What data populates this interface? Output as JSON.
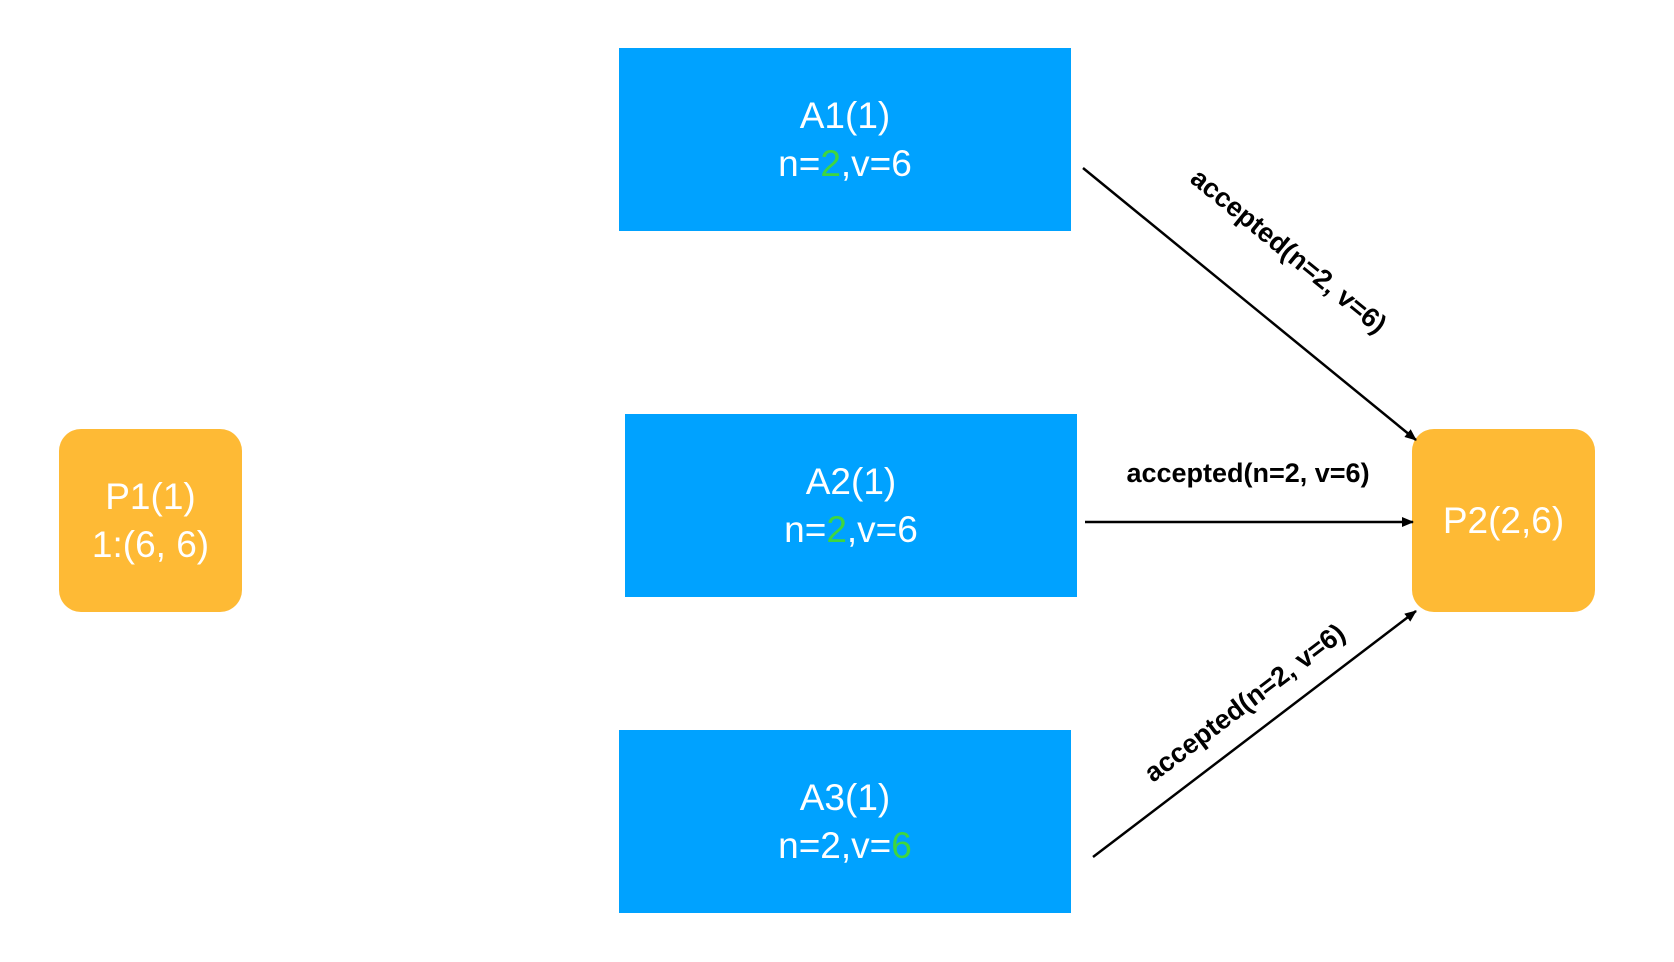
{
  "nodes": {
    "A1": {
      "title": "A1(1)",
      "line_pre": "n=",
      "line_hl": "2",
      "line_post": ",v=6"
    },
    "A2": {
      "title": "A2(1)",
      "line_pre": "n=",
      "line_hl": "2",
      "line_post": ",v=6"
    },
    "A3": {
      "title": "A3(1)",
      "line_pre": "n=2,v=",
      "line_hl": "6",
      "line_post": ""
    },
    "P1": {
      "title": "P1(1)",
      "line": "1:(6, 6)"
    },
    "P2": {
      "title": "P2(2,6)"
    }
  },
  "edges": [
    {
      "from": "A1",
      "to": "P2",
      "label": "accepted(n=2, v=6)"
    },
    {
      "from": "A2",
      "to": "P2",
      "label": "accepted(n=2, v=6)"
    },
    {
      "from": "A3",
      "to": "P2",
      "label": "accepted(n=2, v=6)"
    }
  ],
  "colors": {
    "acceptor": "#00a2ff",
    "proposer": "#feba35",
    "highlight": "#3fd63f",
    "text": "#ffffff",
    "edge": "#000000"
  }
}
